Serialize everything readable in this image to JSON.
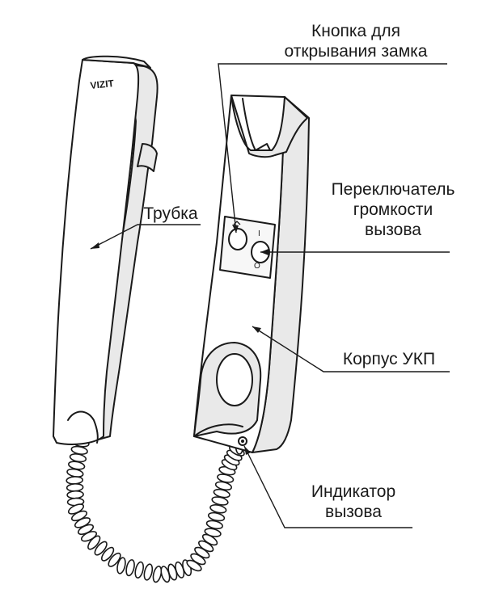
{
  "brand_logo": "VIZIT",
  "labels": {
    "lock_button": [
      "Кнопка для",
      "открывания замка"
    ],
    "handset": [
      "Трубка"
    ],
    "volume_switch": [
      "Переключатель",
      "громкости",
      "вызова"
    ],
    "body": [
      "Корпус УКП"
    ],
    "indicator": [
      "Индикатор",
      "вызова"
    ]
  },
  "switch_marks": [
    "I",
    "O"
  ],
  "colors": {
    "line": "#1a1a1a",
    "fill": "#e9e9e9",
    "background": "#ffffff"
  }
}
